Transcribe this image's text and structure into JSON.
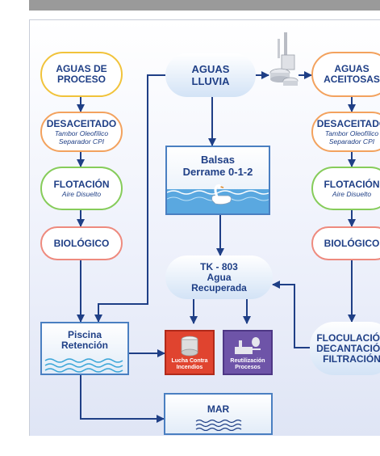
{
  "colors": {
    "node_yellow": "#f1c33b",
    "node_orange": "#f3a25e",
    "node_green": "#86cc5a",
    "node_red": "#ee8a7e",
    "node_blue": "#4a7fc1",
    "arrow": "#1f3f86",
    "fire_box": "#e0442f",
    "reuse_box": "#6e54a8"
  },
  "nodes": {
    "aguas_proceso": "AGUAS DE PROCESO",
    "desaceitado_left": {
      "title": "DESACEITADO",
      "sub1": "Tambor Oleofílico",
      "sub2": "Separador CPI"
    },
    "flotacion_left": {
      "title": "FLOTACIÓN",
      "sub": "Aire Disuelto"
    },
    "biologico_left": "BIOLÓGICO",
    "aguas_lluvia": "AGUAS LLUVIA",
    "balsas": {
      "line1": "Balsas",
      "line2": "Derrame 0-1-2"
    },
    "tk803": {
      "line1": "TK - 803",
      "line2": "Agua",
      "line3": "Recuperada"
    },
    "aguas_aceitosas": "AGUAS ACEITOSAS",
    "desaceitado_right": {
      "title": "DESACEITADO",
      "sub1": "Tambor Oleofílico",
      "sub2": "Separador CPI"
    },
    "flotacion_right": {
      "title": "FLOTACIÓN",
      "sub": "Aire Disuelto"
    },
    "biologico_right": "BIOLÓGICO",
    "floculacion": {
      "line1": "FLOCULACIÓN",
      "line2": "DECANTACIÓN",
      "line3": "FILTRACIÓN"
    },
    "piscina": {
      "line1": "Piscina",
      "line2": "Retención"
    },
    "lucha": "Lucha Contra Incendios",
    "reutilizacion": "Reutilización Procesos",
    "mar": "MAR"
  },
  "icons": [
    "swan-icon",
    "tank-icon",
    "separator-tank-icon",
    "fire-tank-icon",
    "reuse-equipment-icon",
    "water-waves-icon"
  ]
}
